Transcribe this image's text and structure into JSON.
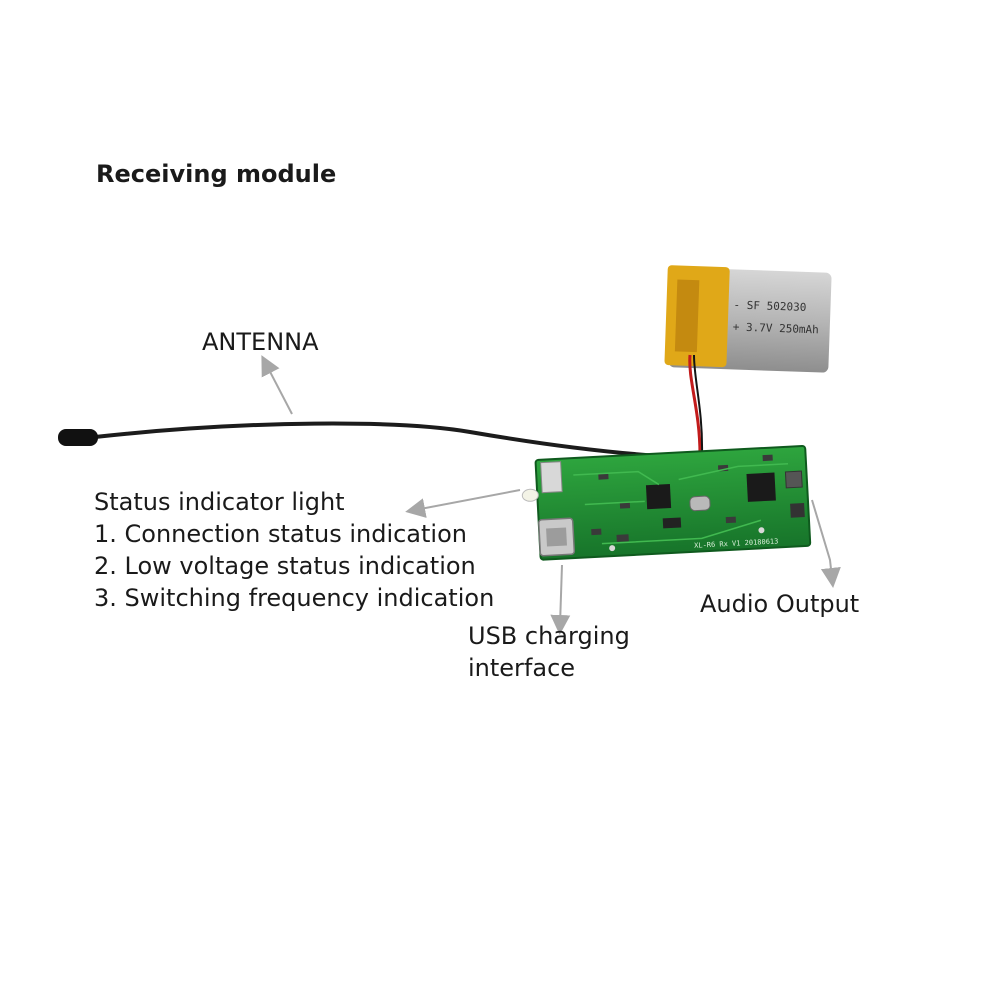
{
  "title": "Receiving module",
  "labels": {
    "antenna": "ANTENNA",
    "status_heading": "Status indicator light",
    "status_items": [
      "1. Connection status indication",
      "2. Low voltage status indication",
      "3. Switching frequency indication"
    ],
    "usb_line1": "USB charging",
    "usb_line2": "interface",
    "audio": "Audio Output"
  },
  "battery": {
    "line1": "- SF  502030",
    "line2": "+ 3.7V 250mAh"
  },
  "pcb": {
    "silkscreen": "XL-R6 Rx V1 20180613"
  },
  "colors": {
    "pcb": "#1f8a2e",
    "battery_body": "#b7b7b7",
    "battery_tape": "#e0a818",
    "arrow": "#a7a7a7"
  }
}
